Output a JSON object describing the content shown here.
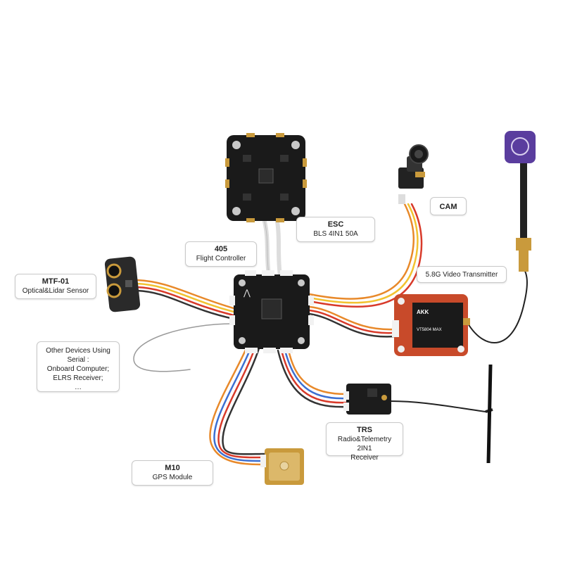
{
  "labels": {
    "esc": {
      "title": "ESC",
      "sub": "BLS 4IN1 50A"
    },
    "fc": {
      "title": "405",
      "sub": "Flight Controller"
    },
    "cam": {
      "title": "CAM"
    },
    "vtx": {
      "sub": "5.8G Video Transmitter"
    },
    "mtf": {
      "title": "MTF-01",
      "sub": "Optical&Lidar Sensor"
    },
    "other": {
      "lines": [
        "Other Devices Using",
        "Serial :",
        "Onboard Computer;",
        "ELRS Receiver;",
        "…"
      ]
    },
    "trs": {
      "title": "TRS",
      "sub1": "Radio&Telemetry 2IN1",
      "sub2": "Receiver"
    },
    "m10": {
      "title": "M10",
      "sub": "GPS Module"
    }
  },
  "colors": {
    "wire_orange": "#e8892a",
    "wire_yellow": "#f2c230",
    "wire_red": "#d83a2a",
    "wire_blue": "#3c6fd1",
    "board": "#1a1a1a",
    "connector": "#f2f2f2",
    "gold": "#c99a3c",
    "antenna_purple": "#5a3d9e"
  },
  "components": {
    "esc_board": "ESC 4in1 board",
    "fc_board": "405 flight controller board",
    "camera": "FPV camera",
    "vtx_board": "5.8G video transmitter board",
    "antenna": "video antenna",
    "mtf_sensor": "MTF-01 optical lidar sensor",
    "trs_receiver": "TRS receiver",
    "rx_antenna": "receiver T antenna",
    "gps_module": "M10 GPS module"
  },
  "vtx_print": {
    "brand": "AKK",
    "model": "VT5804 MAX"
  }
}
